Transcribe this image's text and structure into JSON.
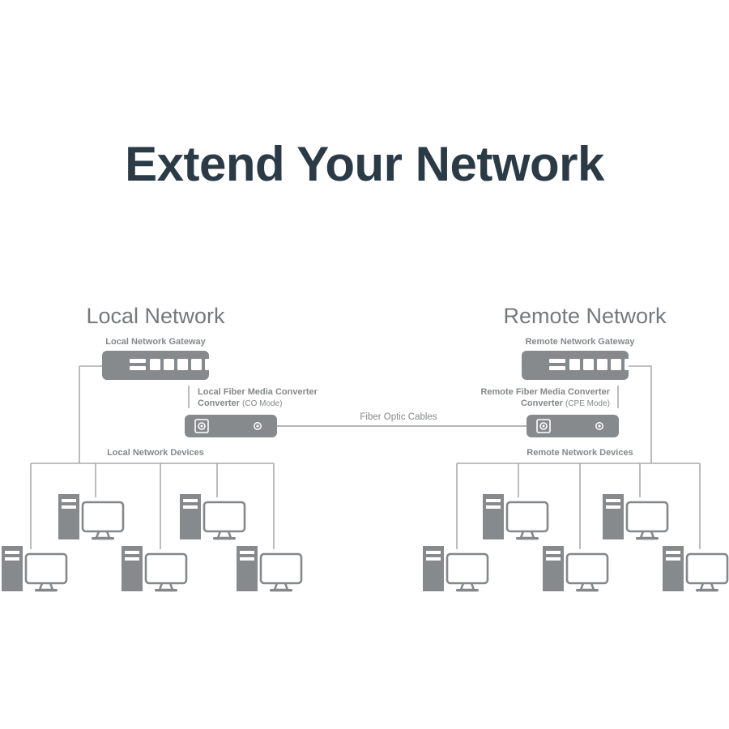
{
  "page": {
    "title": "Extend Your Network",
    "background_color": "#ffffff"
  },
  "colors": {
    "title": "#2b3b46",
    "heading": "#76797b",
    "label": "#85888a",
    "device_fill": "#878a8c",
    "line": "#a9acae",
    "device_detail": "#ffffff",
    "monitor_outline": "#85888a"
  },
  "local": {
    "heading": "Local Network",
    "gateway_label": "Local Network Gateway",
    "converter_label_main": "Local Fiber Media Converter",
    "converter_label_mode": "(CO Mode)",
    "devices_label": "Local Network Devices",
    "gateway_port_count": 5,
    "workstation_count": 5
  },
  "remote": {
    "heading": "Remote Network",
    "gateway_label": "Remote Network Gateway",
    "converter_label_main": "Remote Fiber Media Converter",
    "converter_label_mode": "(CPE Mode)",
    "devices_label": "Remote Network Devices",
    "gateway_port_count": 5,
    "workstation_count": 5
  },
  "link": {
    "label": "Fiber Optic Cables"
  }
}
